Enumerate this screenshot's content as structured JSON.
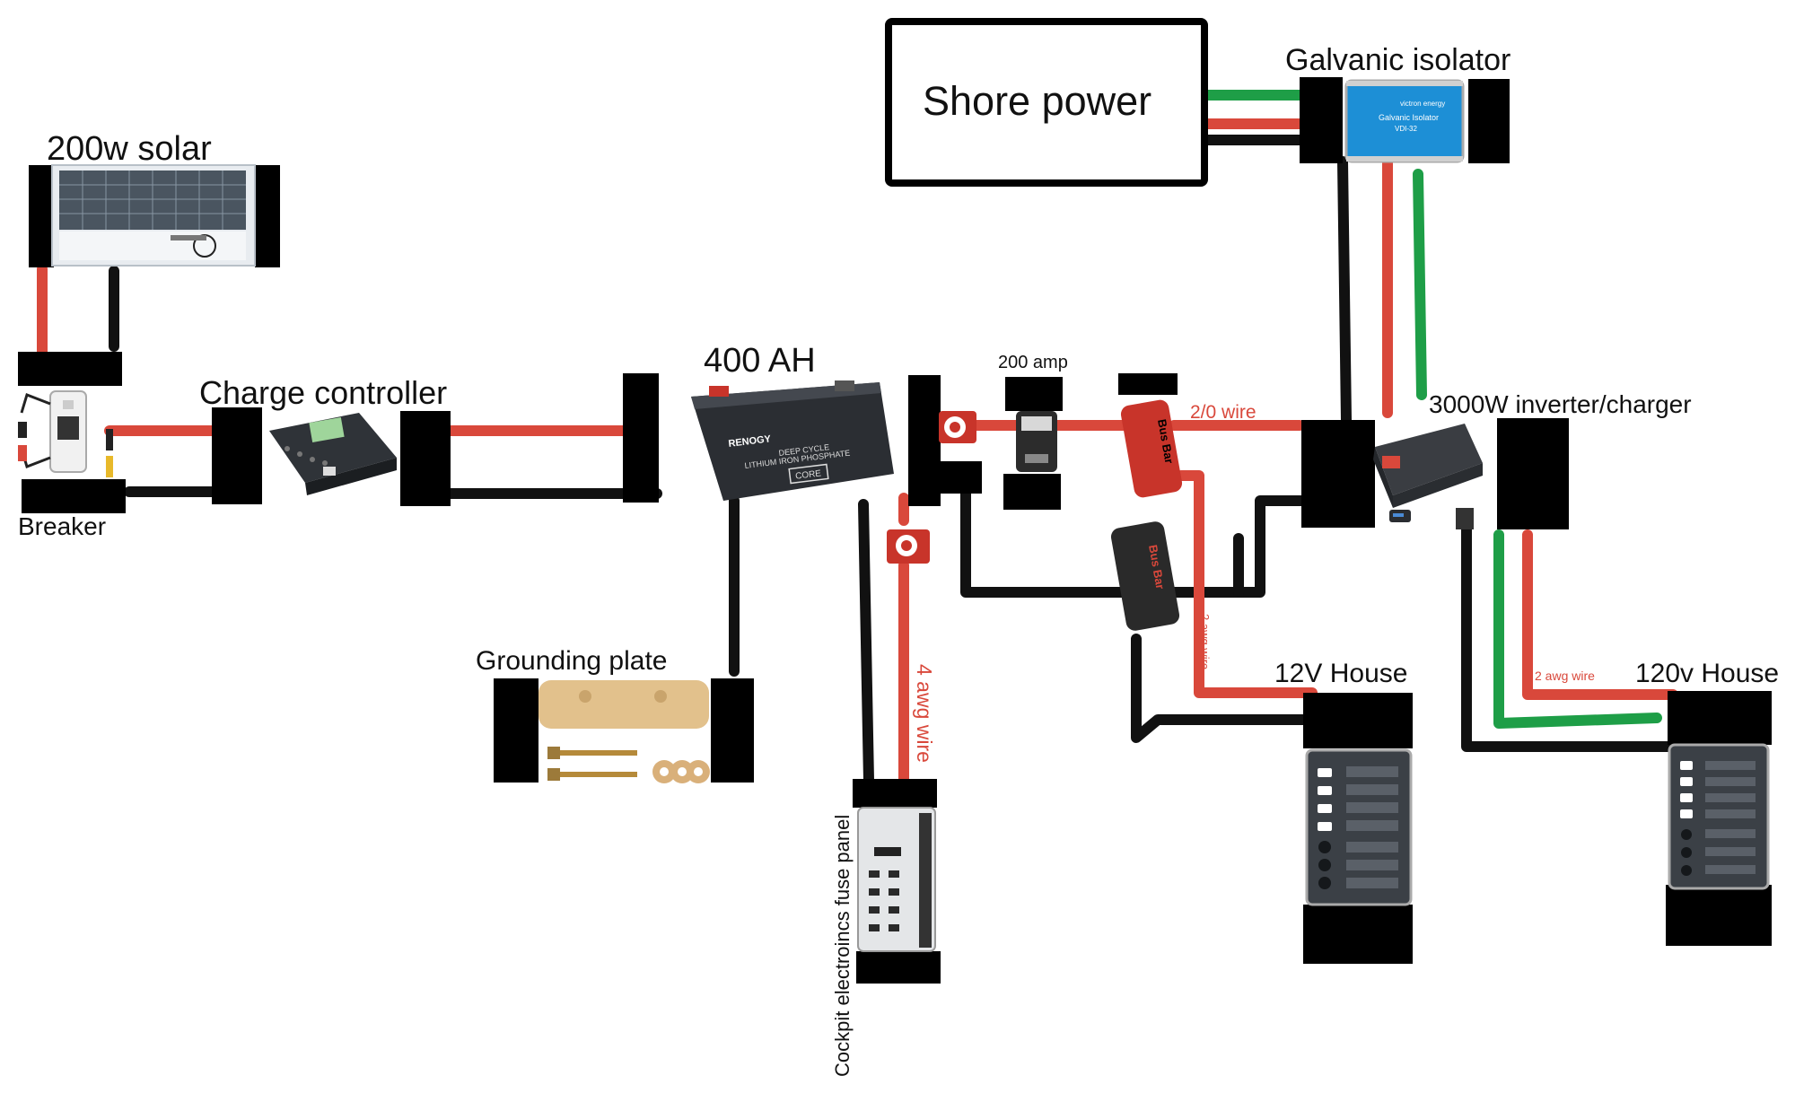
{
  "labels": {
    "solar": "200w solar",
    "breaker": "Breaker",
    "charge_controller": "Charge controller",
    "battery": "400 AH",
    "grounding_plate": "Grounding plate",
    "fuse_200": "200 amp",
    "wire_2_0": "2/0 wire",
    "wire_4awg": "4 awg wire",
    "wire_2awg_a": "2 awg wire",
    "wire_2awg_b": "2 awg wire",
    "cockpit_panel": "Cockpit electroincs fuse panel",
    "house_12v": "12V House",
    "house_120v": "120v House",
    "inverter": "3000W inverter/charger",
    "shore_power": "Shore power",
    "galvanic_isolator": "Galvanic isolator"
  },
  "product_text": {
    "battery_brand": "RENOGY",
    "battery_line1": "DEEP CYCLE",
    "battery_line2": "LITHIUM IRON PHOSPHATE",
    "battery_model": "CORE",
    "busbar_top": "Bus Bar",
    "busbar_bottom": "Bus Bar",
    "isolator_brand": "victron energy",
    "isolator_name": "Galvanic Isolator",
    "isolator_model": "VDI-32"
  },
  "colors": {
    "wire_positive": "#d9483b",
    "wire_negative": "#111111",
    "wire_ground": "#1e9e47",
    "redaction": "#000000",
    "battery_body": "#2b2e33",
    "busbar_red": "#c8342a",
    "isolator_blue": "#1d8fd6",
    "grounding_plate": "#e2c18c",
    "panel_gray": "#3b4046"
  }
}
